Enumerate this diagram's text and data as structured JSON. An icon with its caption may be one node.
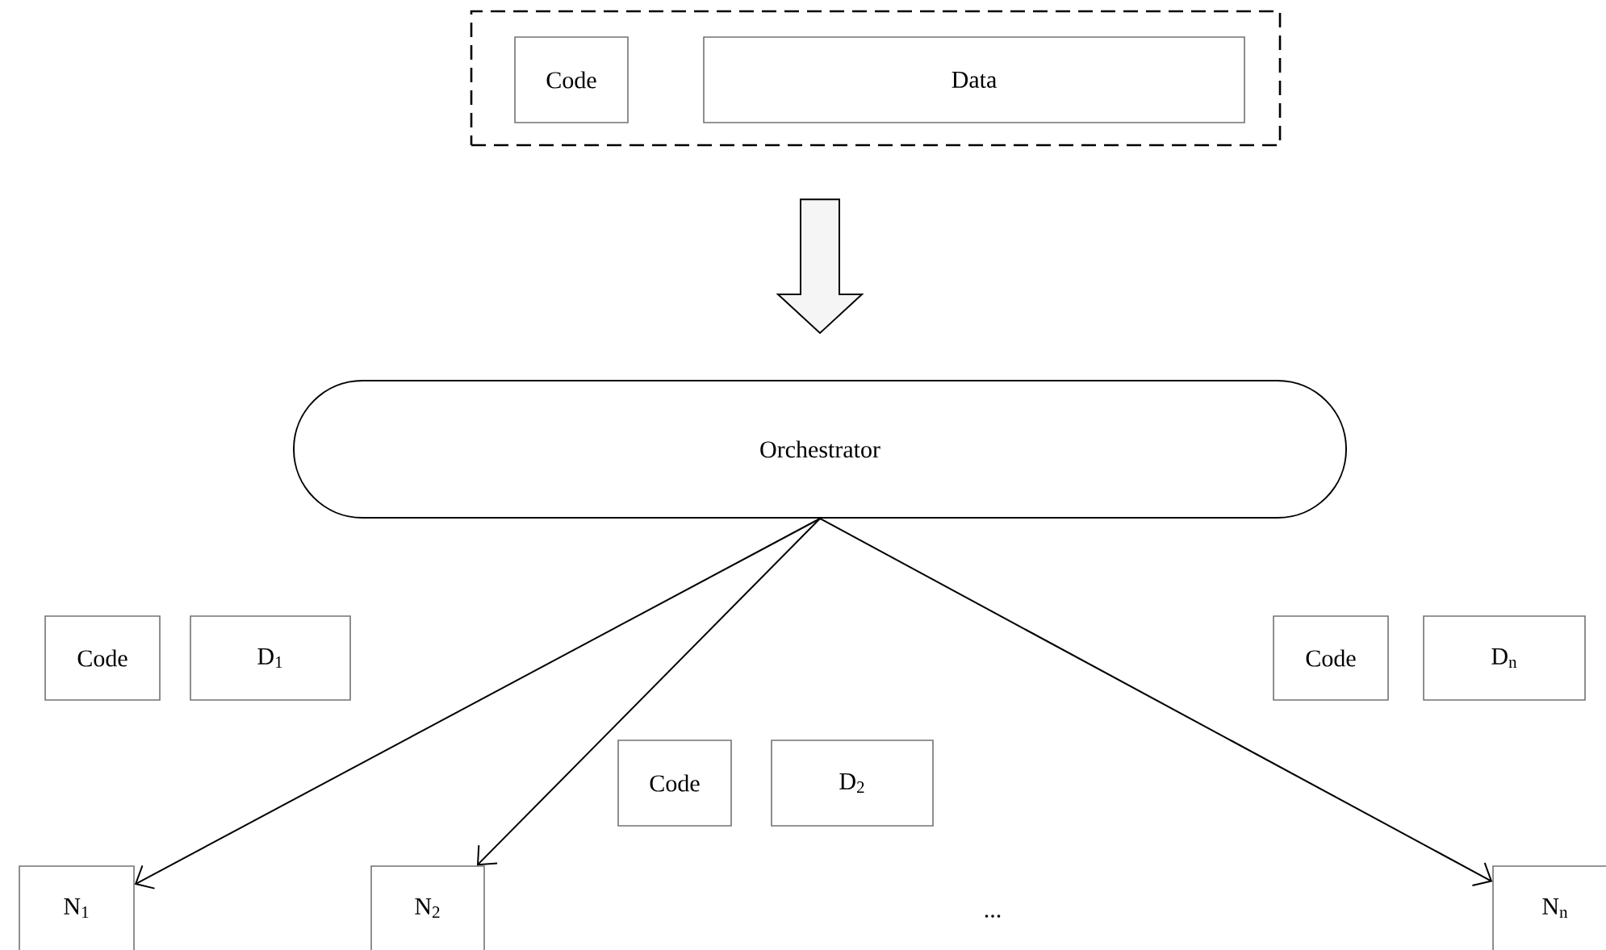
{
  "diagram": {
    "nodes": [
      {
        "text": [],
        "shape": "box"
      },
      {
        "text": [
          "Code"
        ],
        "in": 0
      },
      {
        "text": [
          "Data"
        ],
        "in": 0
      },
      {
        "text": [
          "Orchestrator"
        ]
      },
      {
        "text": [
          "Code"
        ]
      },
      {
        "text": [
          "D$_{1}$"
        ]
      },
      {
        "text": [
          "Code"
        ]
      },
      {
        "text": [
          "D$_{n}$"
        ]
      },
      {
        "text": [
          "Code"
        ]
      },
      {
        "text": [
          "D$_{2}$"
        ]
      },
      {
        "text": [
          "N$_{1}$"
        ]
      },
      {
        "text": [
          "N$_{2}$"
        ]
      },
      {
        "text": [
          "N$_{n}$"
        ]
      }
    ],
    "edges": [
      {
        "from": 0,
        "to": 3,
        "arrow": "to",
        "style": "thick"
      },
      {
        "from": 3,
        "to": 10,
        "arrow": "to"
      },
      {
        "from": 3,
        "to": 11,
        "arrow": "to"
      },
      {
        "from": 3,
        "to": 12,
        "arrow": "to"
      }
    ],
    "labels": [
      "..."
    ]
  }
}
